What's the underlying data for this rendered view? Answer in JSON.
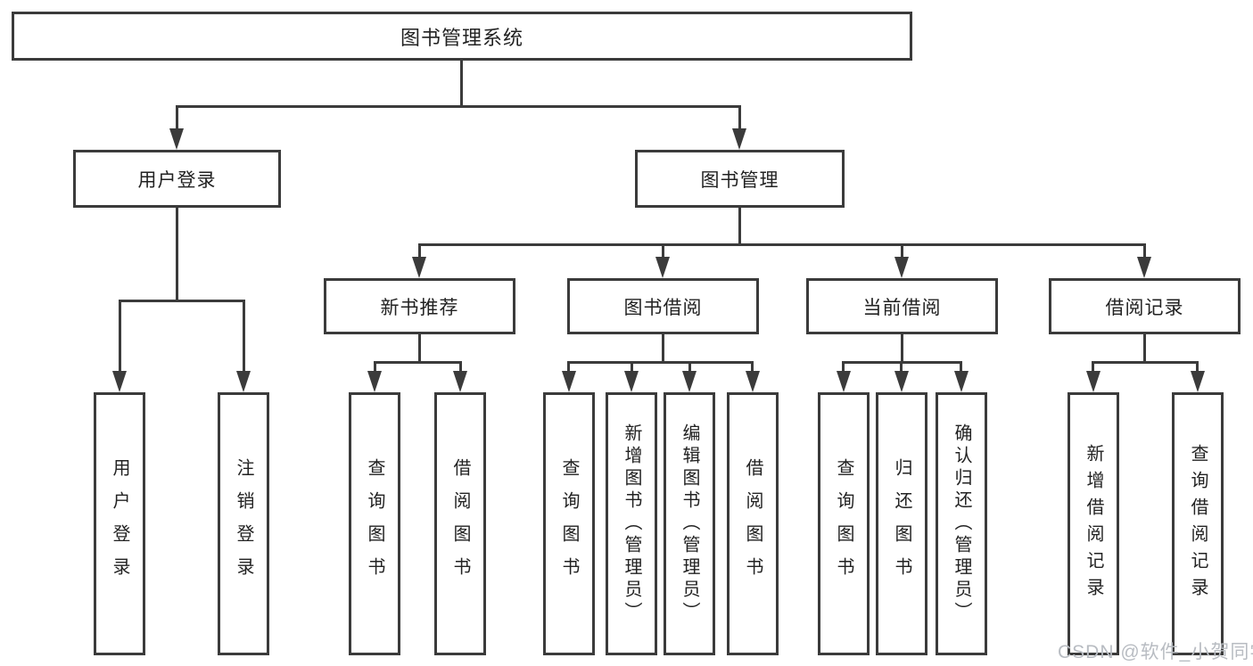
{
  "diagram": {
    "root": "图书管理系统",
    "level2": {
      "user_login": "用户登录",
      "book_mgmt": "图书管理"
    },
    "level3": {
      "new_book": "新书推荐",
      "book_borrow": "图书借阅",
      "current_borrow": "当前借阅",
      "borrow_record": "借阅记录"
    },
    "level4": {
      "user_login_1": "用户登录",
      "user_login_2": "注销登录",
      "new_book_1": "查询图书",
      "new_book_2": "借阅图书",
      "book_borrow_1": "查询图书",
      "book_borrow_2": "新增图书（管理员）",
      "book_borrow_3": "编辑图书（管理员）",
      "book_borrow_4": "借阅图书",
      "current_borrow_1": "查询图书",
      "current_borrow_2": "归还图书",
      "current_borrow_3": "确认归还（管理员）",
      "borrow_record_1": "新增借阅记录",
      "borrow_record_2": "查询借阅记录"
    },
    "watermark": "CSDN @软件_小贺同学",
    "colors": {
      "line": "#3b3b3b",
      "text": "#222222",
      "watermark": "#b8bcc2",
      "background": "#ffffff"
    }
  }
}
